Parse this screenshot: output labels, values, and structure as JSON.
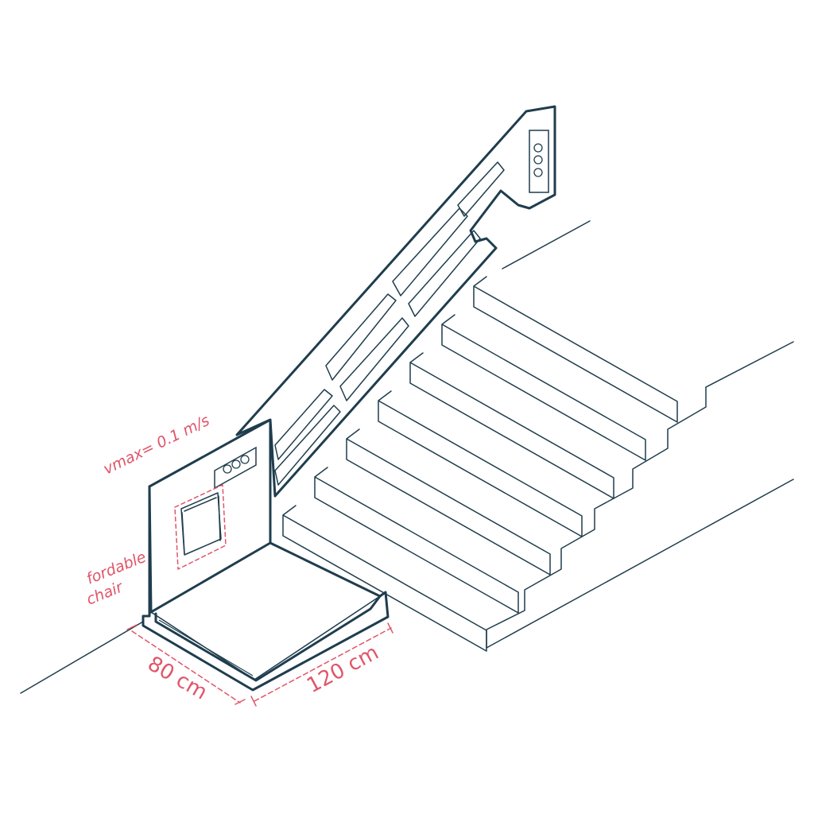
{
  "colors": {
    "line": "#1f3d4d",
    "accent": "#e0556a",
    "background": "#ffffff"
  },
  "icons": {
    "panel_buttons": [
      "chevron-up-icon",
      "circle-icon",
      "chevron-down-icon"
    ]
  },
  "annotations": {
    "speed": "vmax= 0.1 m/s",
    "chair_line1": "fordable",
    "chair_line2": "chair"
  },
  "dimensions": {
    "depth": "80 cm",
    "width": "120 cm"
  }
}
